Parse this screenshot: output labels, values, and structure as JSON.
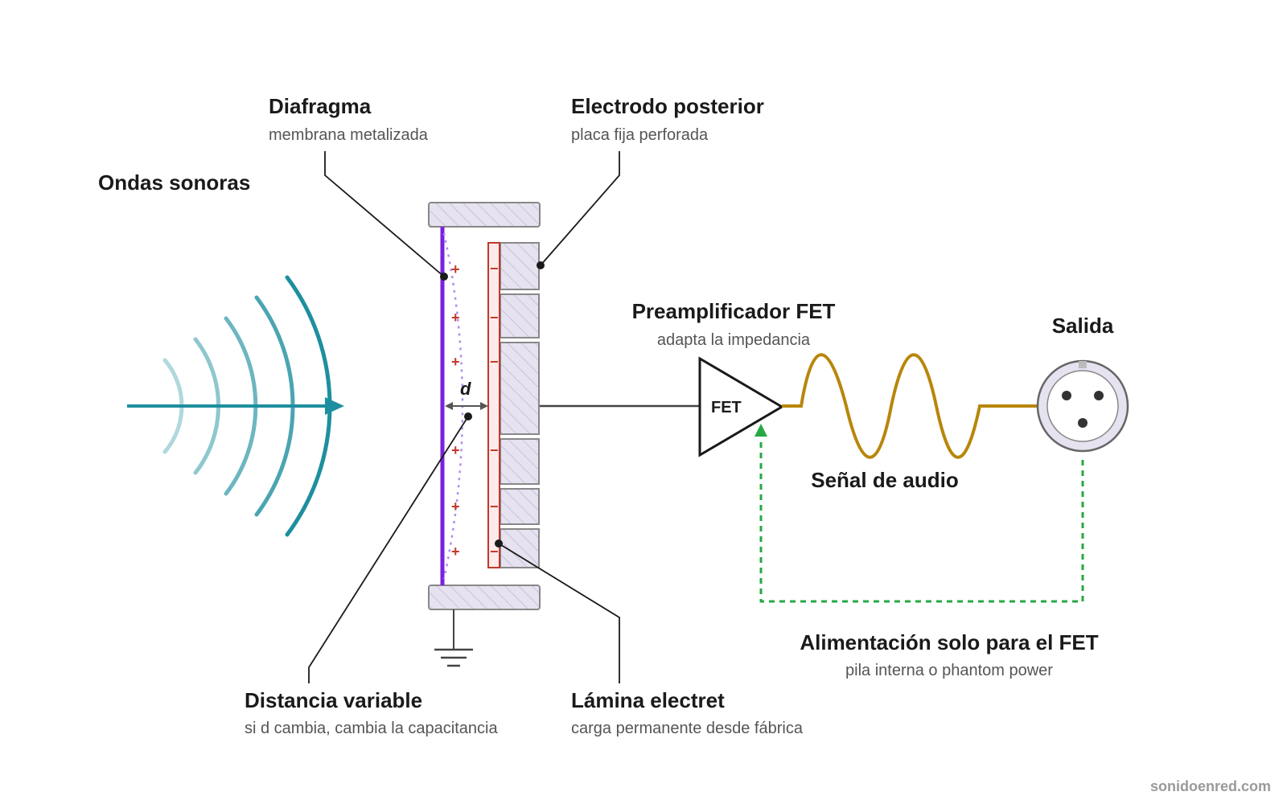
{
  "labels": {
    "ondas_title": "Ondas sonoras",
    "diafragma_title": "Diafragma",
    "diafragma_sub": "membrana metalizada",
    "electrodo_title": "Electrodo posterior",
    "electrodo_sub": "placa fija perforada",
    "preamp_title": "Preamplificador FET",
    "preamp_sub": "adapta la impedancia",
    "salida_title": "Salida",
    "senal_title": "Señal de audio",
    "alimentacion_title": "Alimentación solo para el FET",
    "alimentacion_sub": "pila interna o phantom power",
    "distancia_title": "Distancia variable",
    "distancia_sub": "si d cambia, cambia la capacitancia",
    "lamina_title": "Lámina electret",
    "lamina_sub": "carga permanente desde fábrica",
    "fet_symbol": "FET",
    "gap_symbol": "d",
    "plus_sign": "+",
    "minus_sign": "−",
    "credit": "sonidoenred.com"
  },
  "colors": {
    "sound_wave": "#1e8f9e",
    "diaphragm": "#7b1fe0",
    "electret_charge": "#c0392b",
    "backplate_fill": "#e6e2f0",
    "audio_signal": "#b8860b",
    "power_path": "#27a844",
    "wire": "#444444"
  }
}
